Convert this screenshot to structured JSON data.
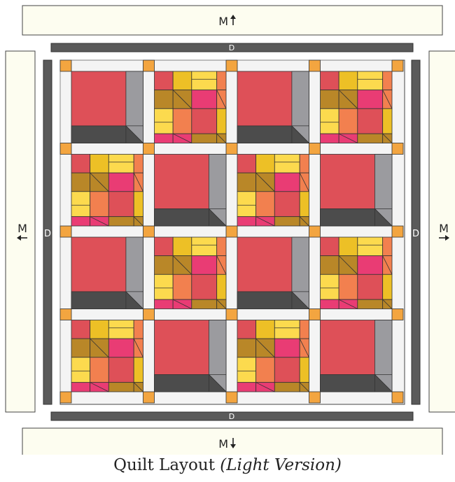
{
  "caption": {
    "main": "Quilt Layout",
    "paren": "(Light Version)"
  },
  "labels": {
    "top_border": "M",
    "bottom_border": "M",
    "left_border": "M",
    "right_border": "M",
    "top_strip": "D",
    "bottom_strip": "D",
    "left_strip": "D",
    "right_strip": "D"
  },
  "arrows": {
    "top": "arrow-up-icon",
    "bottom": "arrow-down-icon",
    "left": "arrow-left-icon",
    "right": "arrow-right-icon"
  },
  "block_layout": [
    [
      "A",
      "B",
      "A",
      "B"
    ],
    [
      "B",
      "A",
      "B",
      "A"
    ],
    [
      "A",
      "B",
      "A",
      "B"
    ],
    [
      "B",
      "A",
      "B",
      "A"
    ]
  ],
  "colors": {
    "cream": "#FDFDF0",
    "sashing": "#F4F4F4",
    "cornerstone": "#F3A540",
    "charcoal": "#5A5A5A",
    "dark": "#4C4C4C",
    "gray": "#9B9B9F",
    "red": "#DE5058",
    "yellow": "#FCDA4E",
    "gold": "#EDC026",
    "brown": "#B98728",
    "orange": "#F2804F",
    "pink": "#E93C74",
    "outline": "#333333"
  }
}
